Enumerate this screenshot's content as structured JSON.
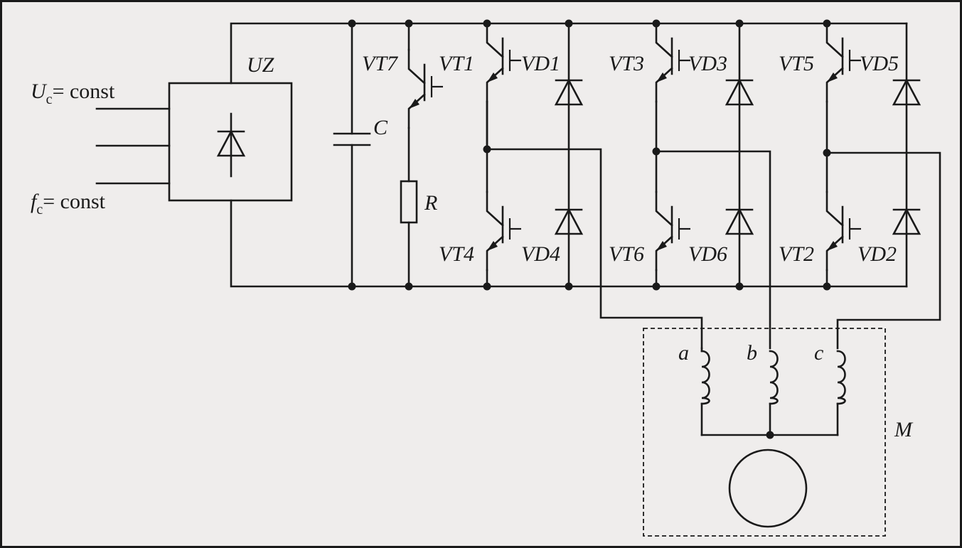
{
  "inputs": {
    "voltage": {
      "symbol": "U",
      "subscript": "c",
      "text": "= const"
    },
    "frequency": {
      "symbol": "f",
      "subscript": "c",
      "text": "= const"
    }
  },
  "labels": {
    "rectifier": "UZ",
    "capacitor": "C",
    "resistor": "R",
    "vt7": "VT7",
    "vt1": "VT1",
    "vd1": "VD1",
    "vt3": "VT3",
    "vd3": "VD3",
    "vt5": "VT5",
    "vd5": "VD5",
    "vt4": "VT4",
    "vd4": "VD4",
    "vt6": "VT6",
    "vd6": "VD6",
    "vt2": "VT2",
    "vd2": "VD2",
    "winding_a": "a",
    "winding_b": "b",
    "winding_c": "c",
    "motor": "M"
  },
  "colors": {
    "background": "#efedec",
    "ink": "#1a1a1a"
  }
}
